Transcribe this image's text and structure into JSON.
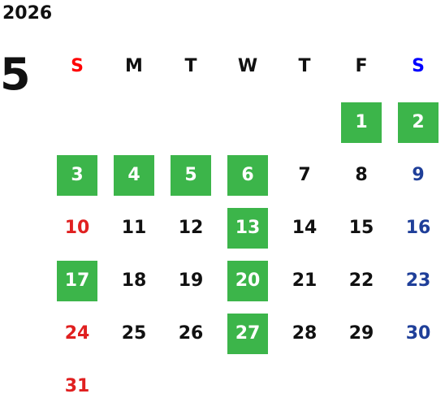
{
  "calendar": {
    "year": "2026",
    "month": "5",
    "weekdays": [
      "S",
      "M",
      "T",
      "W",
      "T",
      "F",
      "S"
    ],
    "first_weekday_index": 5,
    "days_in_month": 31,
    "highlighted_days": [
      1,
      2,
      3,
      4,
      5,
      6,
      13,
      17,
      20,
      27
    ],
    "colors": {
      "highlight_bg": "#3cb54a",
      "highlight_text": "#ffffff",
      "sunday_header": "#ff0000",
      "saturday_header": "#0000ff",
      "sunday_day": "#e02020",
      "saturday_day": "#1f3f99",
      "weekday": "#111111"
    }
  }
}
